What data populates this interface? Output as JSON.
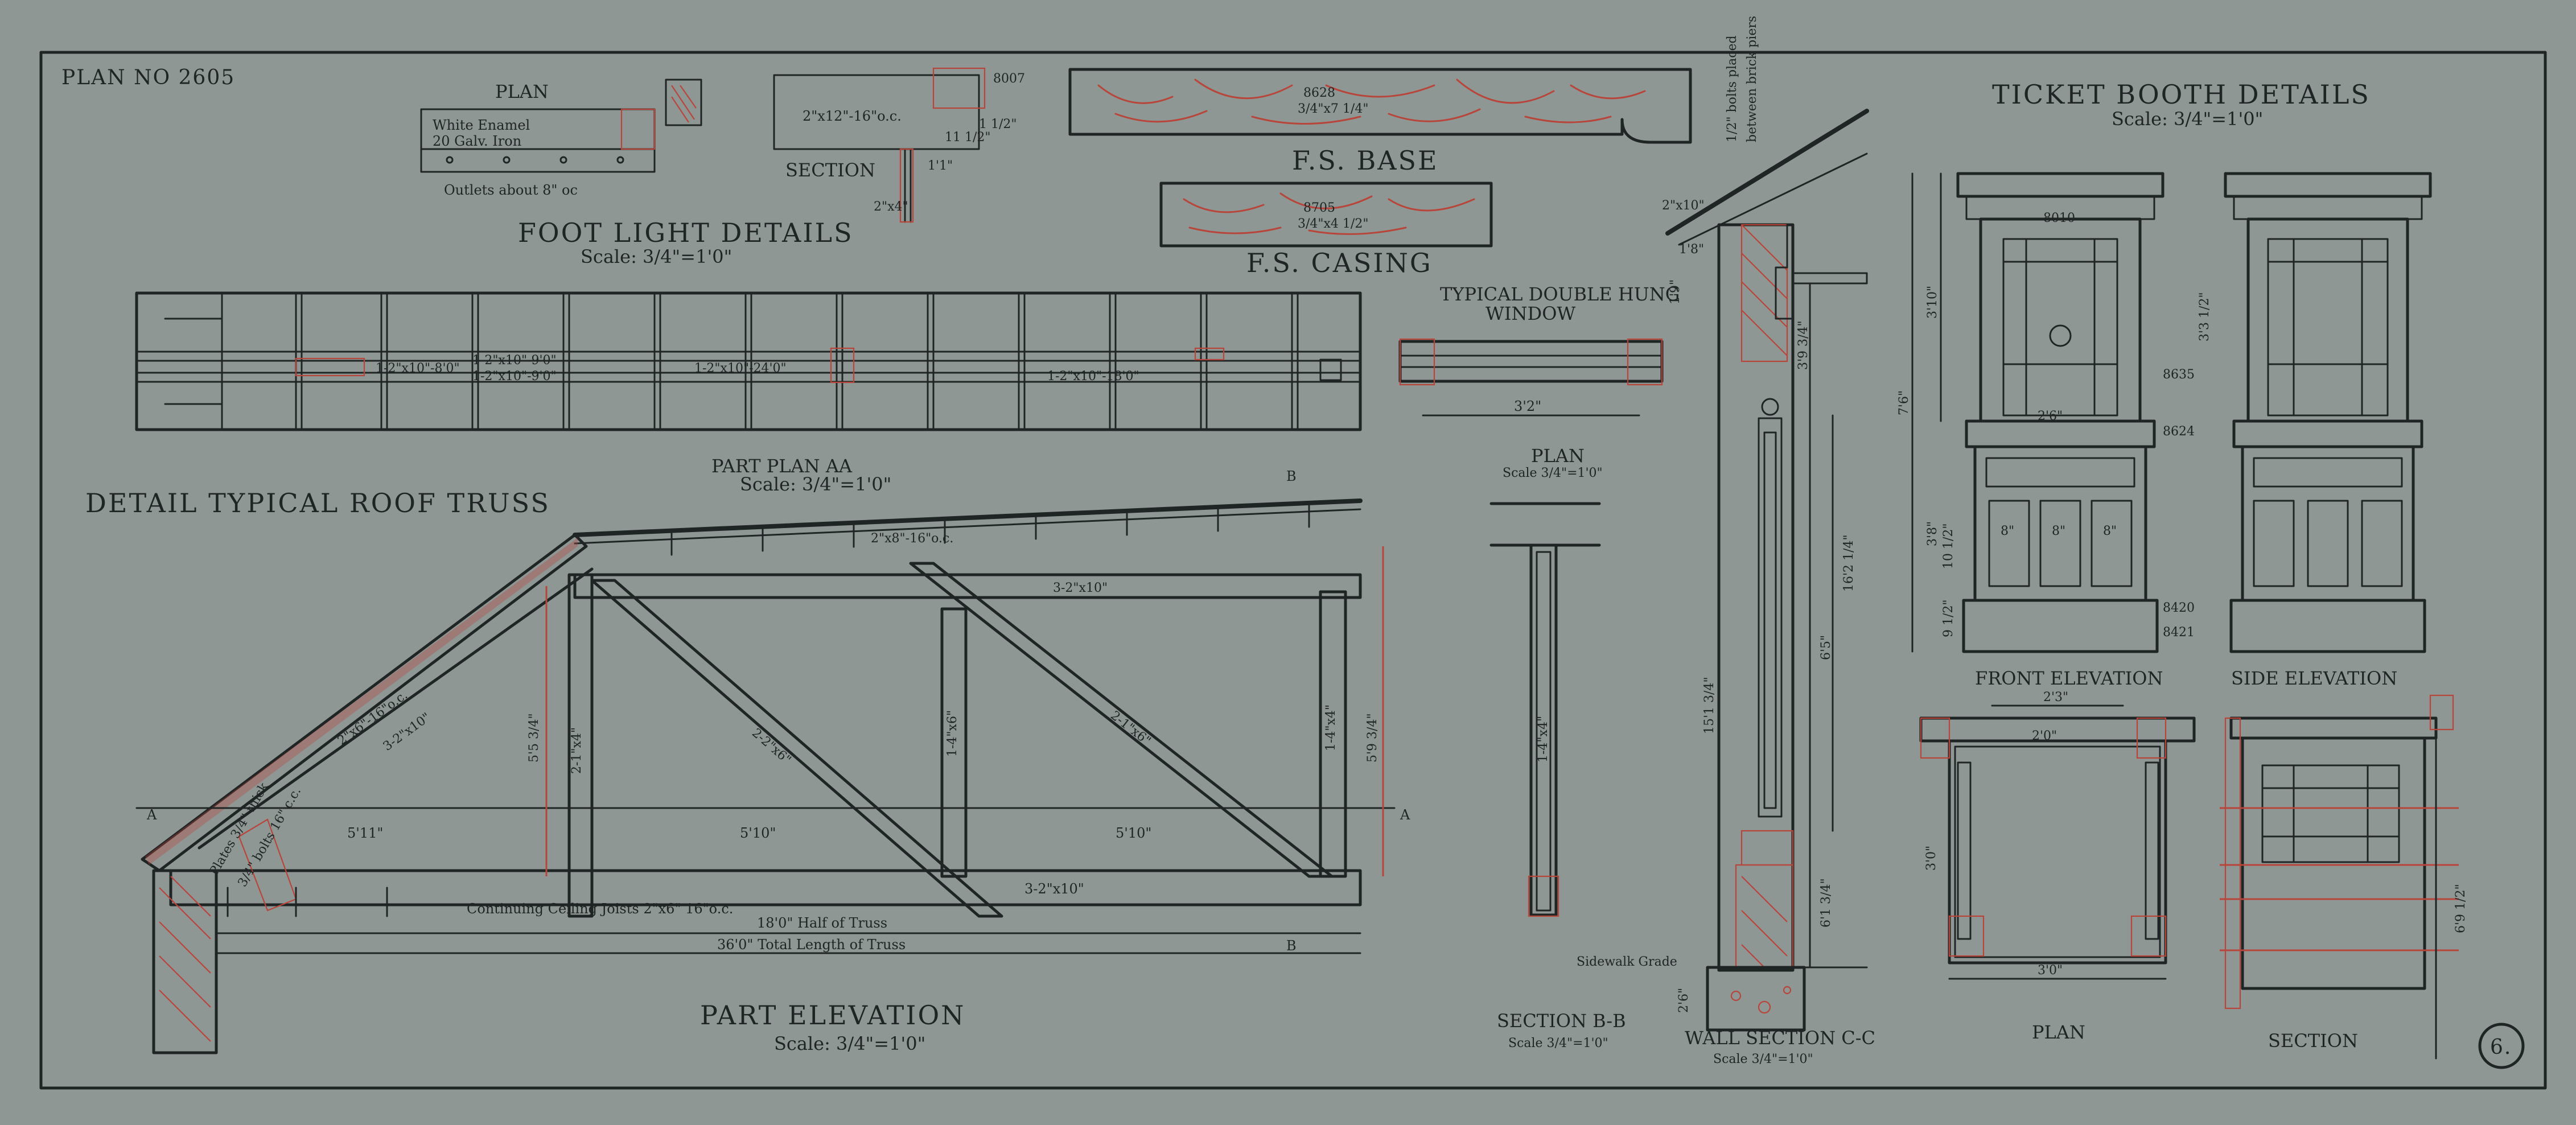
{
  "sheet": {
    "plan_number": "PLAN NO 2605",
    "sheet_number": "6."
  },
  "foot_light": {
    "plan_title": "PLAN",
    "note_white_enamel": "White Enamel",
    "note_galv_iron": "20 Galv. Iron",
    "note_outlets": "Outlets about 8\" oc",
    "section_title": "SECTION",
    "title": "FOOT LIGHT DETAILS",
    "scale": "Scale: 3/4\"=1'0\"",
    "dim_joists": "2\"x12\"-16\"o.c.",
    "dim_1_1": "1'1\"",
    "dim_11_half": "11 1/2\"",
    "dim_1_1_2": "1 1/2\"",
    "mark_8007": "8007",
    "dim_2x4": "2\"x4\""
  },
  "base": {
    "title": "F.S. BASE",
    "mark": "8628",
    "size": "3/4\"x7 1/4\""
  },
  "casing": {
    "title": "F.S. CASING",
    "mark": "8705",
    "size": "3/4\"x4 1/2\""
  },
  "plan_aa": {
    "title": "PART PLAN AA",
    "scale": "Scale: 3/4\"=1'0\"",
    "dims": [
      "1-2\"x10\"-8'0\"",
      "1-2\"x10\"-9'0\"",
      "1-2\"x10\"-9'0\"",
      "1-2\"x10\"-24'0\"",
      "1-2\"x10\"-18'0\""
    ]
  },
  "truss": {
    "title": "DETAIL TYPICAL ROOF TRUSS",
    "elevation_title": "PART ELEVATION",
    "scale": "Scale: 3/4\"=1'0\"",
    "dim_top": "2\"x8\"-16\"o.c.",
    "dim_chord_top": "3-2\"x10\"",
    "dim_rafter": "2\"x6\"-16\"o.c.",
    "dim_rafter_chord": "3-2\"x10\"",
    "dim_post1": "2-1\"x4\"",
    "dim_diag1": "2-2\"x6\"",
    "dim_post2": "1-4\"x6\"",
    "dim_diag2": "2-1\"x6\"",
    "dim_post3": "1-4\"x4\"",
    "dim_h1": "5'5 3/4\"",
    "dim_h2": "5'9 3/4\"",
    "dim_s1": "5'11\"",
    "dim_s2": "5'10\"",
    "dim_s3": "5'10\"",
    "dim_bottom": "3-2\"x10\"",
    "plates": "Plates 3/4\" thick",
    "bolts": "3/4\" bolts 16\" c.c.",
    "ceiling_joists": "Continuing Ceiling Joists 2\"x6\" 16\"o.c.",
    "half": "18'0\" Half of Truss",
    "total": "36'0\" Total Length of Truss",
    "mark_a": "A",
    "mark_b": "B"
  },
  "window": {
    "title": "TYPICAL DOUBLE HUNG",
    "title2": "WINDOW",
    "plan": "PLAN",
    "scale": "Scale 3/4\"=1'0\"",
    "width": "3'2\""
  },
  "section_bb": {
    "title": "SECTION B-B",
    "scale": "Scale 3/4\"=1'0\"",
    "dim": "1-4\"x4\""
  },
  "wall_section": {
    "title": "WALL SECTION C-C",
    "scale": "Scale 3/4\"=1'0\"",
    "note_bolts": "1/2\" bolts placed",
    "note_between": "between brick piers",
    "dim_2x10": "2\"x10\"",
    "dim_1_8": "1'8\"",
    "dim_1_9": "1'9\"",
    "dim_3_9": "3'9 3/4\"",
    "dim_16_2": "16'2 1/4\"",
    "dim_6_5": "6'5\"",
    "dim_15_1": "15'1 3/4\"",
    "dim_6_1": "6'1 3/4\"",
    "sidewalk": "Sidewalk Grade",
    "dim_2_6": "2'6\""
  },
  "ticket_booth": {
    "title": "TICKET BOOTH DETAILS",
    "scale": "Scale: 3/4\"=1'0\"",
    "front_elevation": "FRONT ELEVATION",
    "side_elevation": "SIDE ELEVATION",
    "plan": "PLAN",
    "section": "SECTION",
    "marks": [
      "8010",
      "8635",
      "8624",
      "8420",
      "8421"
    ],
    "dims": [
      "3'10\"",
      "7'6\"",
      "3'8\"",
      "2'6\"",
      "3'3 1/2\"",
      "8\"",
      "10 1/2\"",
      "9 1/2\"",
      "3'0\"",
      "6'9 1/2\"",
      "2'3\"",
      "2'0\""
    ]
  }
}
